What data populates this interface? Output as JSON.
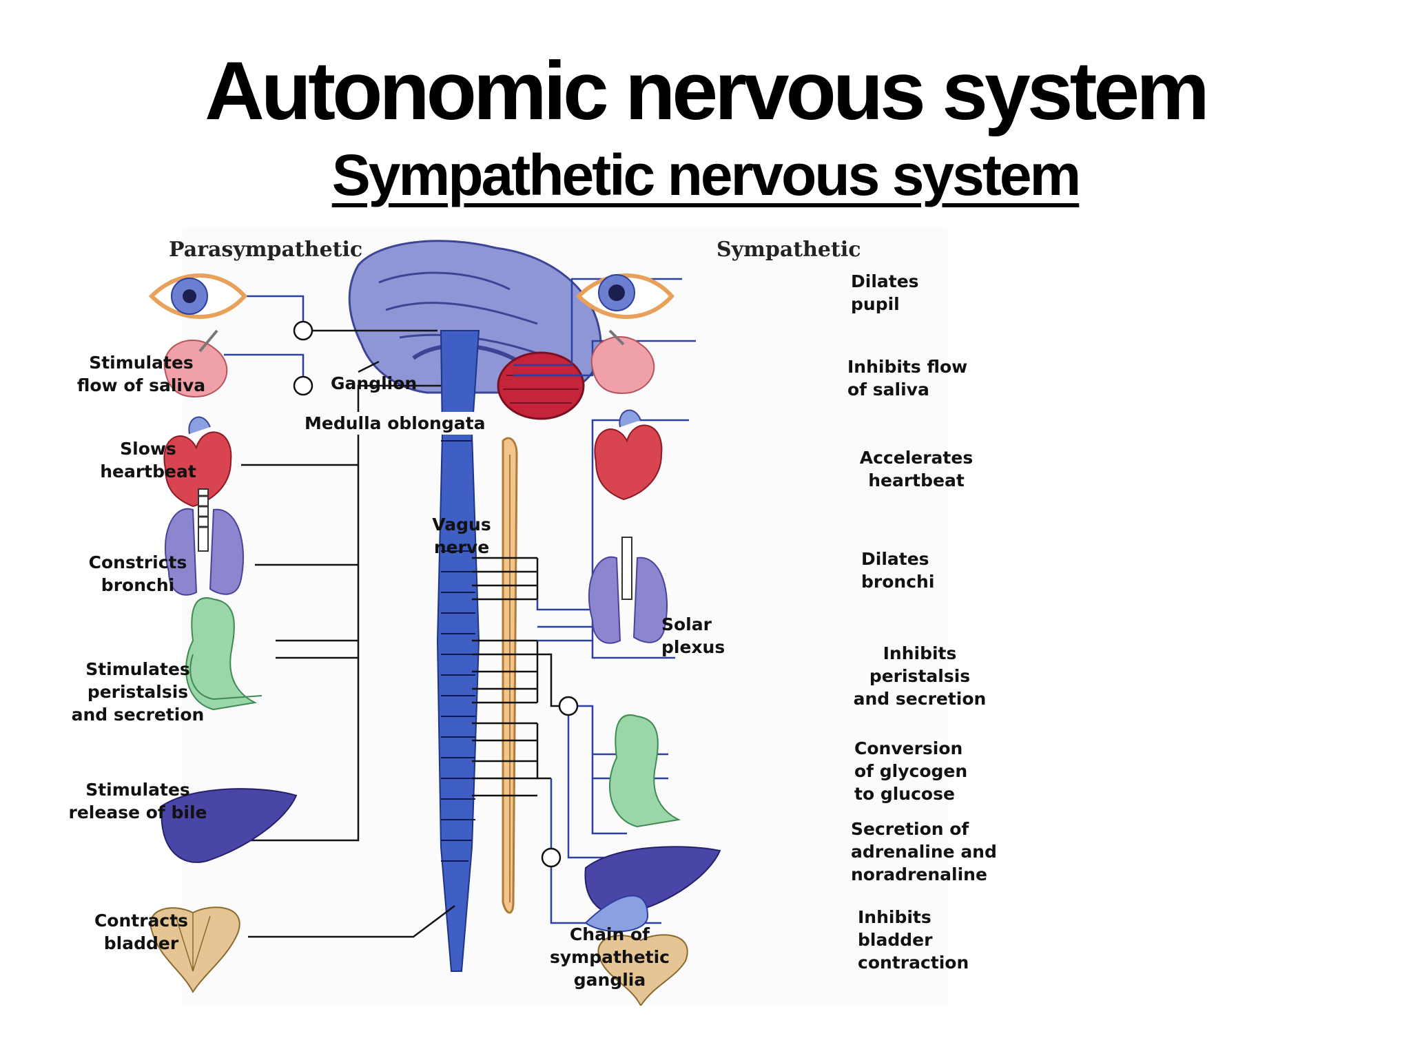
{
  "title": "Autonomic nervous system",
  "subtitle": "Sympathetic nervous system",
  "diagram": {
    "headers": {
      "left": "Parasympathetic",
      "right": "Sympathetic"
    },
    "parasympathetic": [
      {
        "text": "Stimulates\nflow of saliva",
        "organ": "salivary-gland"
      },
      {
        "text": "Slows\nheartbeat",
        "organ": "heart"
      },
      {
        "text": "Constricts\nbronchi",
        "organ": "lungs"
      },
      {
        "text": "Stimulates\nperistalsis\nand secretion",
        "organ": "stomach"
      },
      {
        "text": "Stimulates\nrelease of bile",
        "organ": "liver"
      },
      {
        "text": "Contracts\nbladder",
        "organ": "bladder"
      }
    ],
    "sympathetic": [
      {
        "text": "Dilates\npupil",
        "organ": "eye"
      },
      {
        "text": "Inhibits flow\nof saliva",
        "organ": "salivary-gland"
      },
      {
        "text": "Accelerates\nheartbeat",
        "organ": "heart"
      },
      {
        "text": "Dilates\nbronchi",
        "organ": "lungs"
      },
      {
        "text": "Inhibits\nperistalsis\nand secretion",
        "organ": "stomach"
      },
      {
        "text": "Conversion\nof glycogen\nto glucose",
        "organ": "liver"
      },
      {
        "text": "Secretion of\nadrenaline and\nnoradrenaline",
        "organ": "adrenal-gland"
      },
      {
        "text": "Inhibits\nbladder\ncontraction",
        "organ": "bladder"
      }
    ],
    "center_labels": {
      "ganglion": "Ganglion",
      "medulla": "Medulla oblongata",
      "vagus": "Vagus\nnerve",
      "solar": "Solar\nplexus",
      "chain": "Chain of\nsympathetic\nganglia"
    },
    "colors": {
      "brain": "#8e96d6",
      "cerebellum": "#c5243a",
      "spinal_cord": "#3f5fc4",
      "ganglia_chain": "#f2c58a",
      "nerve_blue": "#2b3fa0",
      "nerve_black": "#111111",
      "heart": "#d94451",
      "lung": "#8c86cf",
      "stomach": "#9bd6a8",
      "liver": "#4a46a8",
      "bladder": "#e6c594",
      "saliva_gland": "#f0a0a8",
      "eye_iris": "#6c7fd0"
    }
  }
}
